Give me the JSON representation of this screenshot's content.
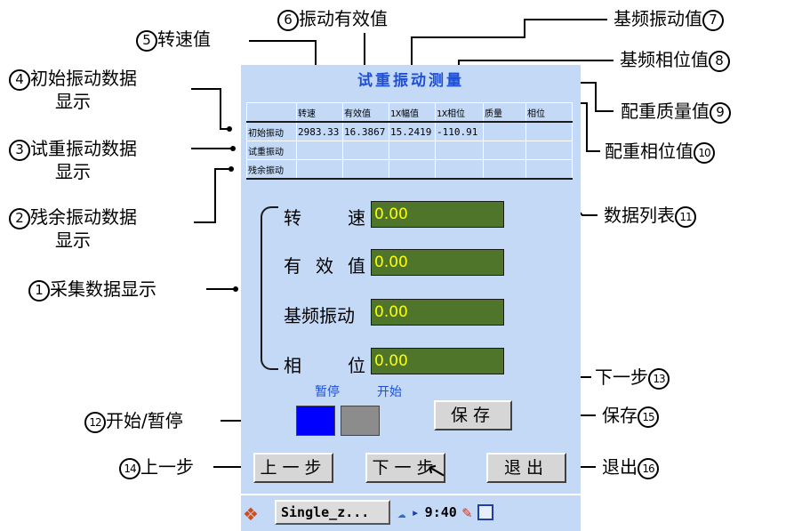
{
  "screen": {
    "title": "试重振动测量",
    "table": {
      "headers": [
        "",
        "转速",
        "有效值",
        "1X幅值",
        "1X相位",
        "质量",
        "相位"
      ],
      "rows": [
        [
          "初始振动",
          "2983.33",
          "16.3867",
          "15.2419",
          "-110.91",
          "",
          ""
        ],
        [
          "试重振动",
          "",
          "",
          "",
          "",
          "",
          ""
        ],
        [
          "残余振动",
          "",
          "",
          "",
          "",
          "",
          ""
        ]
      ]
    },
    "fields": [
      {
        "label": "转速",
        "value": "0.00"
      },
      {
        "label": "有效值",
        "value": "0.00"
      },
      {
        "label": "基频振动",
        "value": "0.00"
      },
      {
        "label": "相位",
        "value": "0.00"
      }
    ],
    "toggle": {
      "pause_label": "暂停",
      "start_label": "开始"
    },
    "buttons": {
      "save": "保存",
      "prev": "上一步",
      "next": "下一步",
      "exit": "退出"
    },
    "taskbar": {
      "task": "Single_z...",
      "time": "9:40"
    },
    "colors": {
      "screen_bg": "#c3d9f6",
      "field_bg": "#4f752b",
      "field_text": "#ffff00",
      "title": "#1f4fd6",
      "start_toggle": "#0000ff",
      "pause_toggle": "#8c8c8c"
    }
  },
  "annotations": [
    {
      "num": "1",
      "text": "采集数据显示"
    },
    {
      "num": "2",
      "text": "残余振动数据",
      "sub": "显示"
    },
    {
      "num": "3",
      "text": "试重振动数据",
      "sub": "显示"
    },
    {
      "num": "4",
      "text": "初始振动数据",
      "sub": "显示"
    },
    {
      "num": "5",
      "text": "转速值"
    },
    {
      "num": "6",
      "text": "振动有效值"
    },
    {
      "num": "7",
      "text": "基频振动值"
    },
    {
      "num": "8",
      "text": "基频相位值"
    },
    {
      "num": "9",
      "text": "配重质量值"
    },
    {
      "num": "10",
      "text": "配重相位值"
    },
    {
      "num": "11",
      "text": "数据列表"
    },
    {
      "num": "12",
      "text": "开始/暂停"
    },
    {
      "num": "13",
      "text": "下一步"
    },
    {
      "num": "14",
      "text": "上一步"
    },
    {
      "num": "15",
      "text": "保存"
    },
    {
      "num": "16",
      "text": "退出"
    }
  ]
}
